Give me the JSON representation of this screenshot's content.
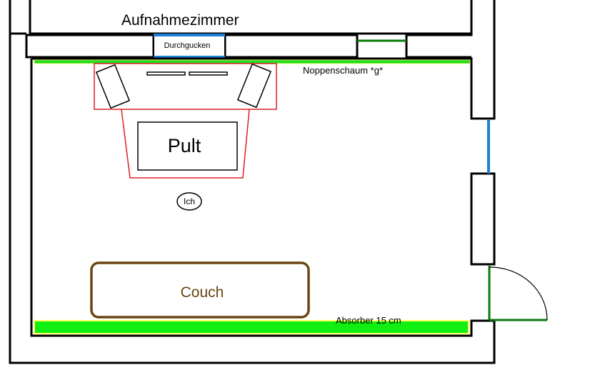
{
  "labels": {
    "room_above": "Aufnahmezimmer",
    "window_label": "Durchgucken",
    "foam_label": "Noppenschaum *g*",
    "desk_label": "Pult",
    "me_label": "Ich",
    "couch_label": "Couch",
    "absorber_label": "Absorber 15 cm"
  },
  "colors": {
    "wall": "#000000",
    "foam": "#22dd22",
    "absorber": "#11ee11",
    "absorber_border": "#ffff66",
    "window_blue": "#1e7fd6",
    "door_green": "#0a7a0a",
    "desk_red": "#dd2222",
    "couch_brown": "#6b4510"
  },
  "icons": [
    "speaker-icon",
    "door-swing-icon"
  ]
}
